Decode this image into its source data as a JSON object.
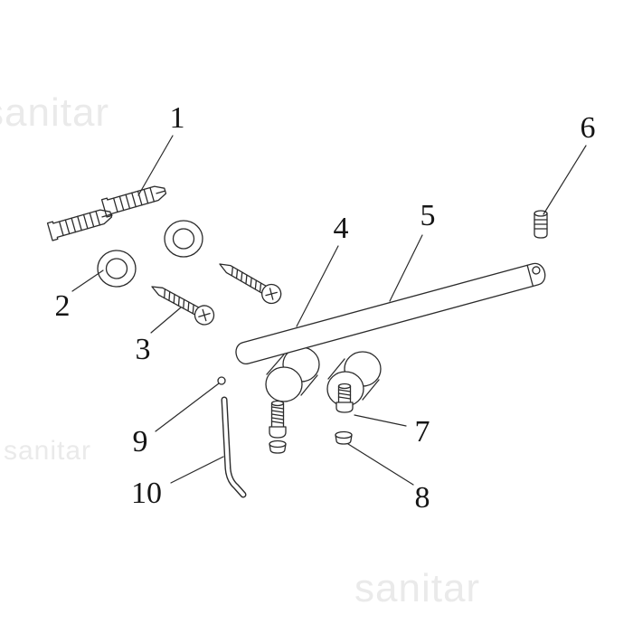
{
  "diagram": {
    "part_numbers": [
      "1",
      "2",
      "3",
      "4",
      "5",
      "6",
      "7",
      "8",
      "9",
      "10"
    ],
    "watermark_text": "sanitar",
    "line_color": "#2b2b2b",
    "background_color": "#ffffff",
    "watermark_color": "#eaeaea"
  }
}
